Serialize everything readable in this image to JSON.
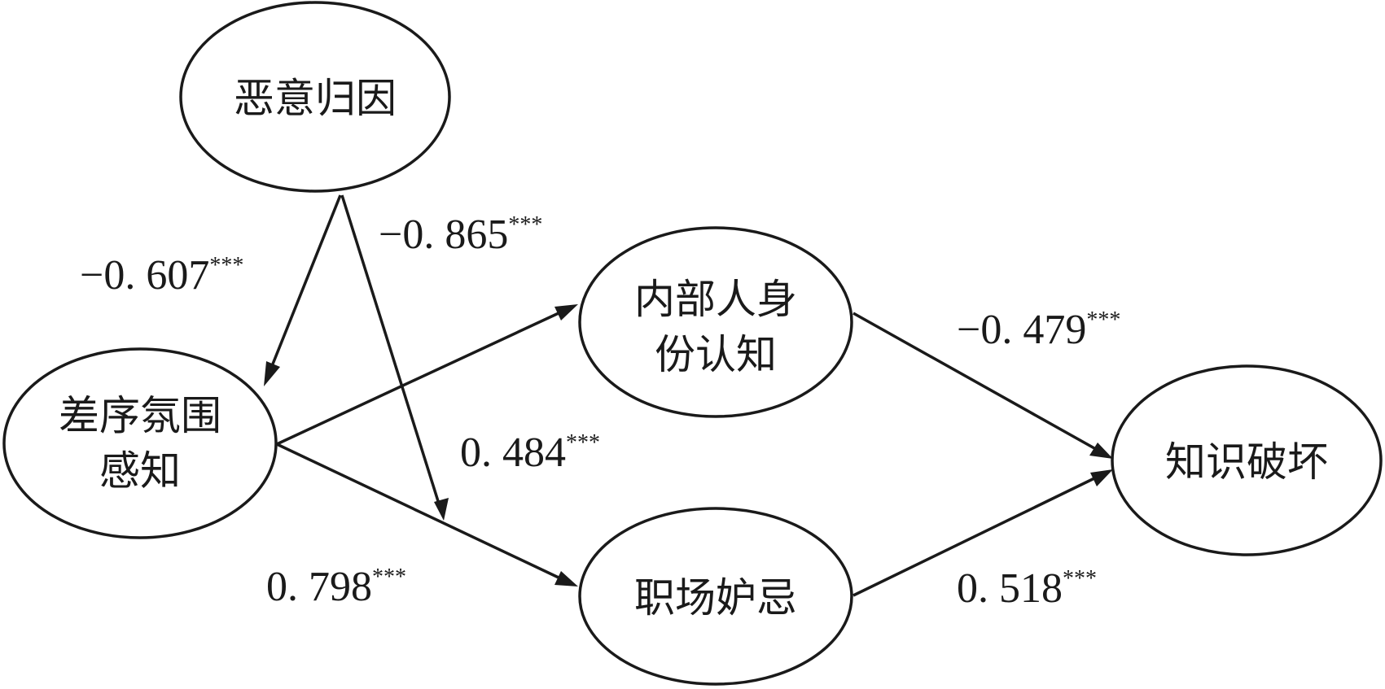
{
  "nodes": [
    {
      "id": "malicious",
      "lines": [
        "恶意归因"
      ]
    },
    {
      "id": "differential",
      "lines": [
        "差序氛围",
        "感知"
      ]
    },
    {
      "id": "insider",
      "lines": [
        "内部人身",
        "份认知"
      ]
    },
    {
      "id": "envy",
      "lines": [
        "职场妒忌"
      ]
    },
    {
      "id": "sabotage",
      "lines": [
        "知识破坏"
      ]
    }
  ],
  "edges": [
    {
      "id": "malicious-differential",
      "from": "malicious",
      "to": "differential",
      "coef": "−0. 607",
      "sig": "***"
    },
    {
      "id": "malicious-envy",
      "from": "malicious",
      "to": "envy",
      "coef": "−0. 865",
      "sig": "***"
    },
    {
      "id": "differential-insider",
      "from": "differential",
      "to": "insider",
      "coef": "0. 484",
      "sig": "***"
    },
    {
      "id": "differential-envy",
      "from": "differential",
      "to": "envy",
      "coef": "0. 798",
      "sig": "***"
    },
    {
      "id": "insider-sabotage",
      "from": "insider",
      "to": "sabotage",
      "coef": "−0. 479",
      "sig": "***"
    },
    {
      "id": "envy-sabotage",
      "from": "envy",
      "to": "sabotage",
      "coef": "0. 518",
      "sig": "***"
    }
  ]
}
